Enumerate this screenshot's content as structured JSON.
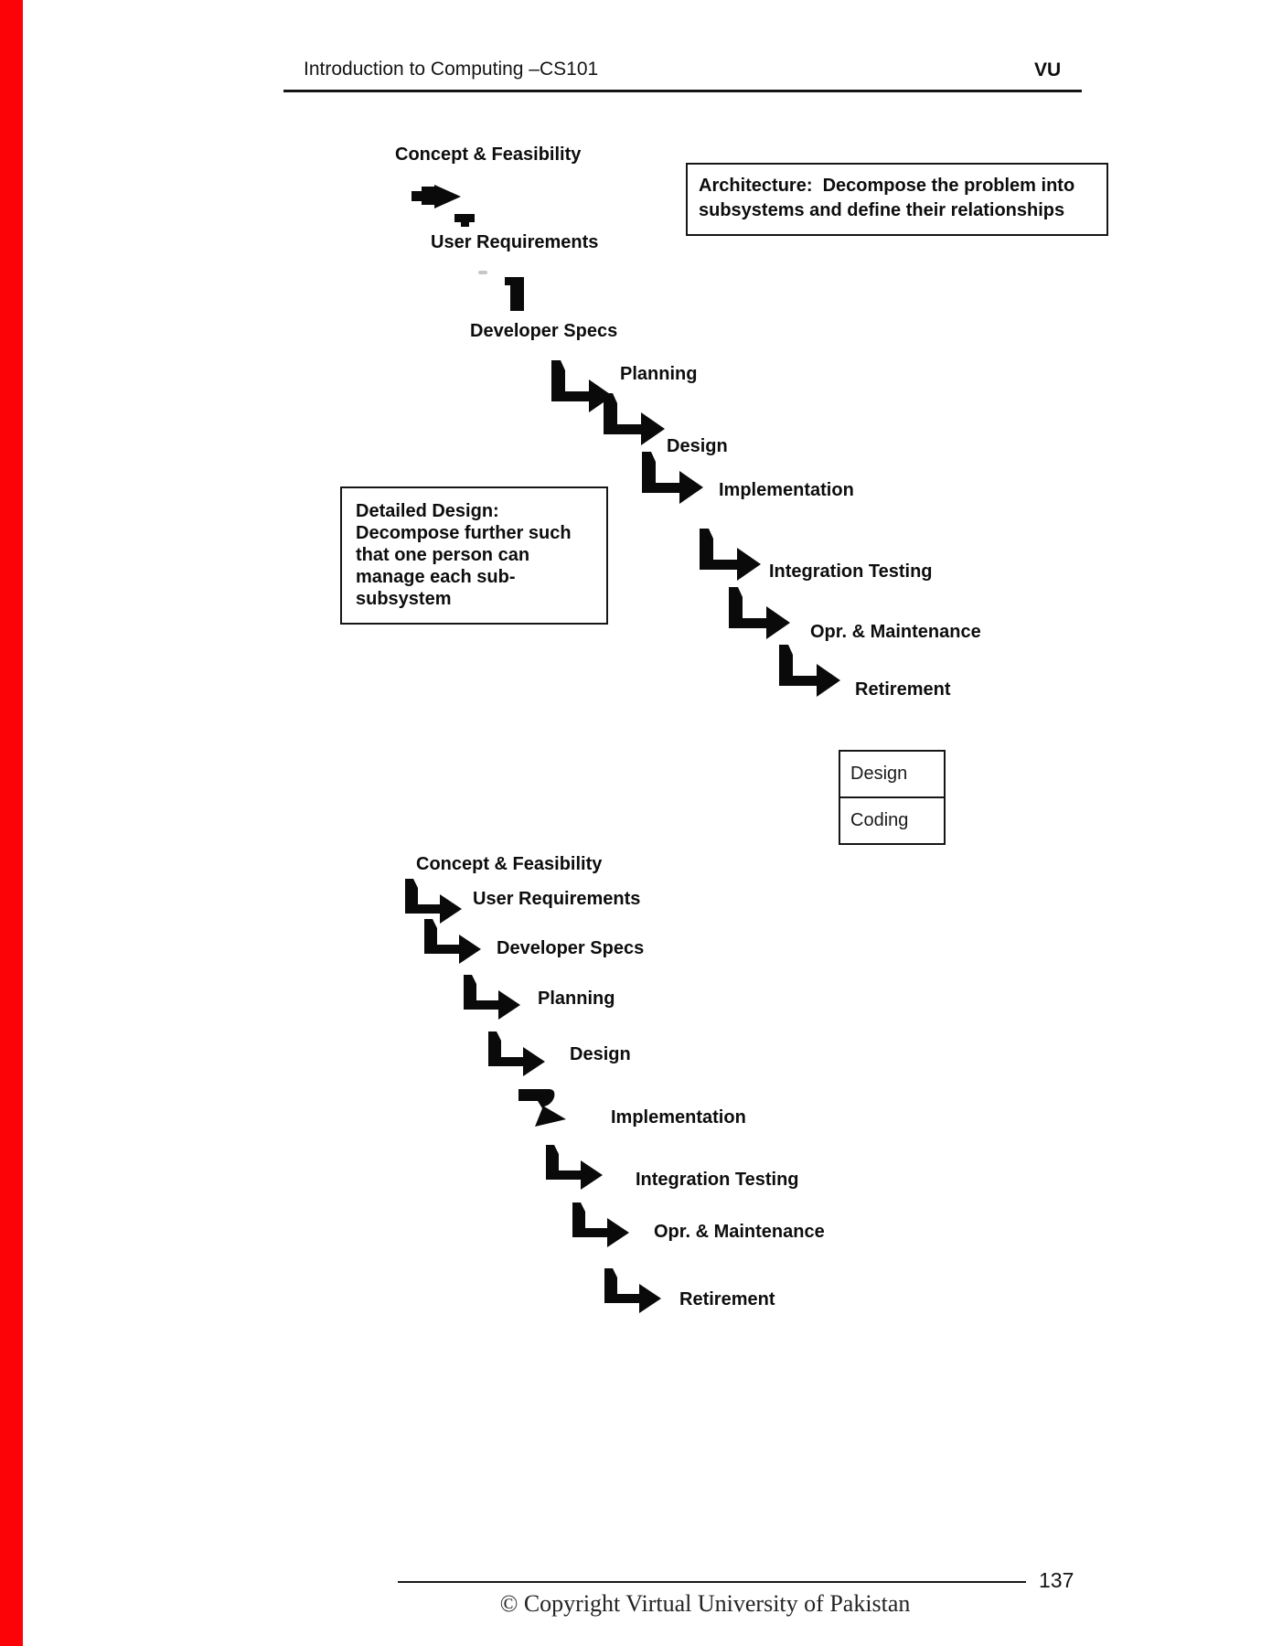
{
  "header": {
    "title": "Introduction to Computing –CS101",
    "logo": "VU"
  },
  "notes": {
    "architecture": "Architecture:  Decompose the problem into\nsubsystems and define their relationships",
    "detailed_design": "Detailed Design:\nDecompose further such\nthat one person can\nmanage each sub-\nsubsystem"
  },
  "design_coding_box": {
    "row1": "Design",
    "row2": "Coding"
  },
  "waterfall_top": {
    "stages": [
      "Concept & Feasibility",
      "User Requirements",
      "Developer Specs",
      "Planning",
      "Design",
      "Implementation",
      "Integration Testing",
      "Opr. & Maintenance",
      "Retirement"
    ]
  },
  "waterfall_bottom": {
    "stages": [
      "Concept & Feasibility",
      "User Requirements",
      "Developer Specs",
      "Planning",
      "Design",
      "Implementation",
      "Integration Testing",
      "Opr. & Maintenance",
      "Retirement"
    ]
  },
  "footer": {
    "page_number": "137",
    "copyright": "© Copyright Virtual University of Pakistan"
  },
  "colors": {
    "accent_stripe": "#fb0307",
    "ink": "#0d0d0d"
  },
  "icons": {
    "flow_arrow": "elbow-step-arrow-icon",
    "fragment_arrow": "broken-right-arrow-icon",
    "fragment_bar": "broken-vertical-bar-icon",
    "hook_arrow": "hooked-down-arrow-icon"
  }
}
